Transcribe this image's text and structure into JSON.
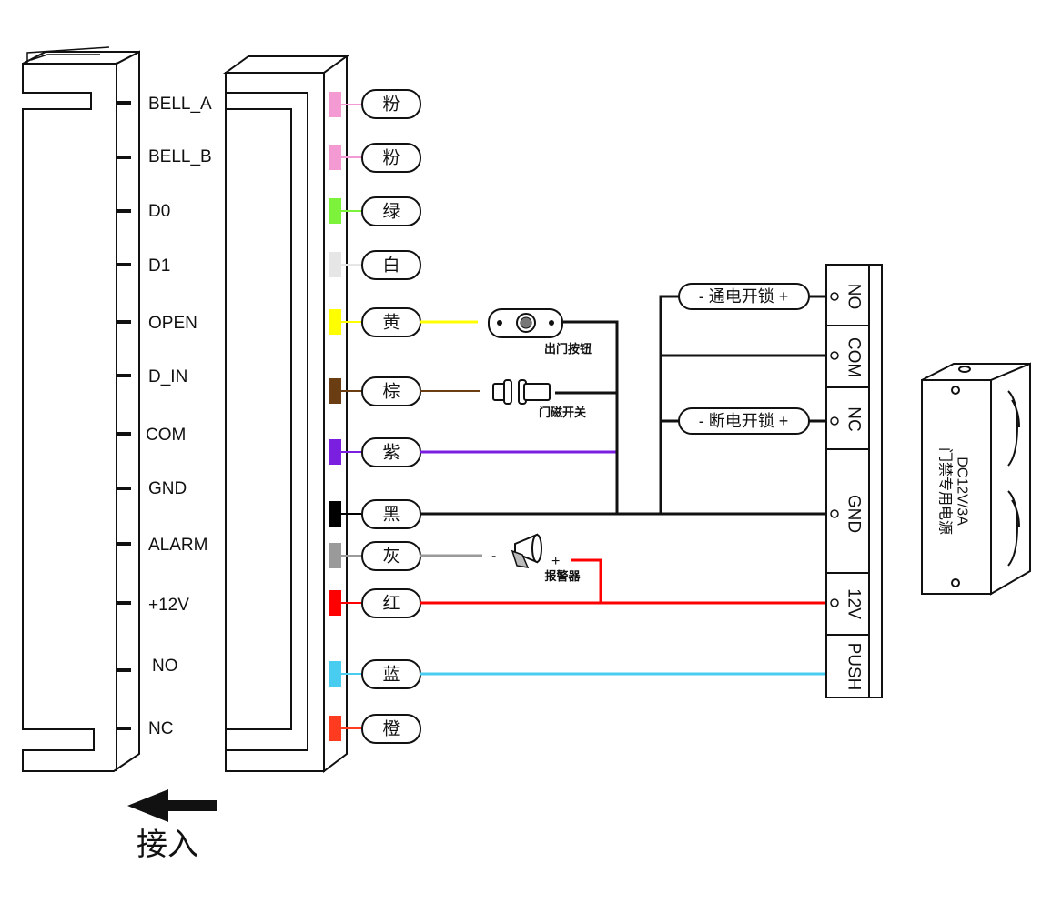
{
  "connector_pins": [
    {
      "label": "BELL_A"
    },
    {
      "label": "BELL_B"
    },
    {
      "label": "D0"
    },
    {
      "label": "D1"
    },
    {
      "label": "OPEN"
    },
    {
      "label": "D_IN"
    },
    {
      "label": "COM"
    },
    {
      "label": "GND"
    },
    {
      "label": "ALARM"
    },
    {
      "label": "+12V"
    },
    {
      "label": "NO"
    },
    {
      "label": "NC"
    }
  ],
  "wires": [
    {
      "label": "粉",
      "color": "#f29ad1"
    },
    {
      "label": "粉",
      "color": "#f29ad1"
    },
    {
      "label": "绿",
      "color": "#7df23a"
    },
    {
      "label": "白",
      "color": "#e6e6e6"
    },
    {
      "label": "黄",
      "color": "#ffff00"
    },
    {
      "label": "棕",
      "color": "#6b3d12"
    },
    {
      "label": "紫",
      "color": "#7a1fe0"
    },
    {
      "label": "黑",
      "color": "#000000"
    },
    {
      "label": "灰",
      "color": "#9a9a9a"
    },
    {
      "label": "红",
      "color": "#ff0000"
    },
    {
      "label": "蓝",
      "color": "#48cdf0"
    },
    {
      "label": "橙",
      "color": "#ff3b1f"
    }
  ],
  "devices": {
    "exit_button": "出门按钮",
    "door_contact": "门磁开关",
    "alarm": "报警器",
    "alarm_minus": "-",
    "alarm_plus": "+"
  },
  "locks": {
    "no_lock": "- 通电开锁 +",
    "nc_lock": "- 断电开锁 +"
  },
  "power_terminals": [
    {
      "label": "NO"
    },
    {
      "label": "COM"
    },
    {
      "label": "NC"
    },
    {
      "label": "GND"
    },
    {
      "label": "12V"
    },
    {
      "label": "PUSH"
    }
  ],
  "power_supply": {
    "model": "DC12V/3A",
    "name": "门禁专用电源"
  },
  "direction": {
    "label": "接入"
  }
}
